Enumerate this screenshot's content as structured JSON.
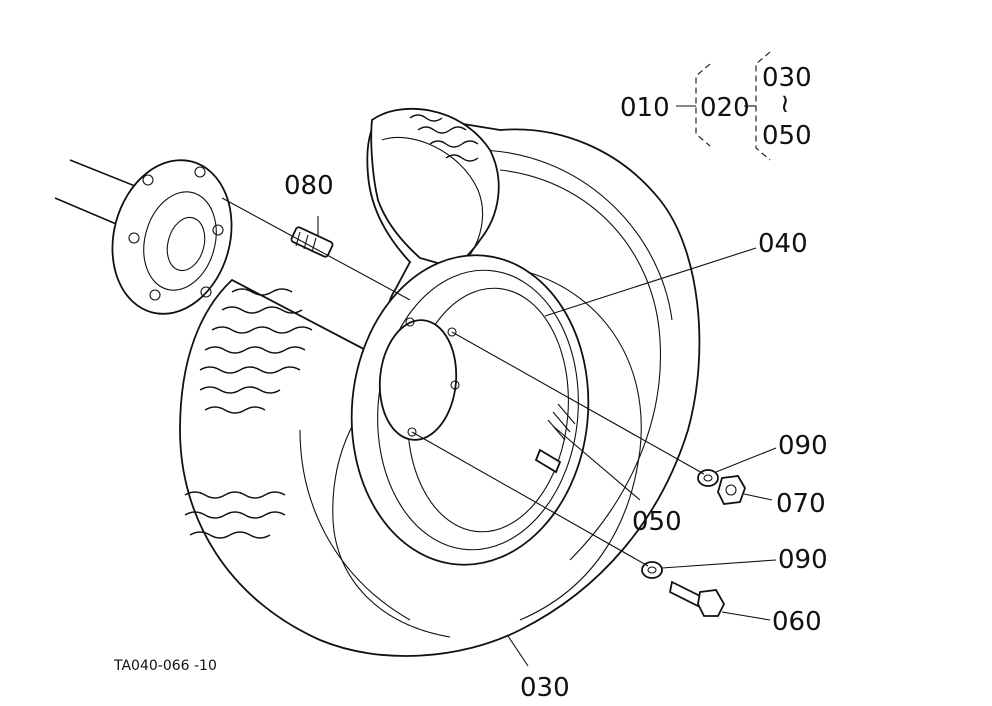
{
  "callouts": {
    "p010": "010",
    "p020": "020",
    "p030_top": "030",
    "range_sep": "≀",
    "p050_top": "050",
    "p080": "080",
    "p040": "040",
    "p090_a": "090",
    "p070": "070",
    "p050": "050",
    "p090_b": "090",
    "p060": "060",
    "p030": "030"
  },
  "figure_code": "TA040-066 -10"
}
